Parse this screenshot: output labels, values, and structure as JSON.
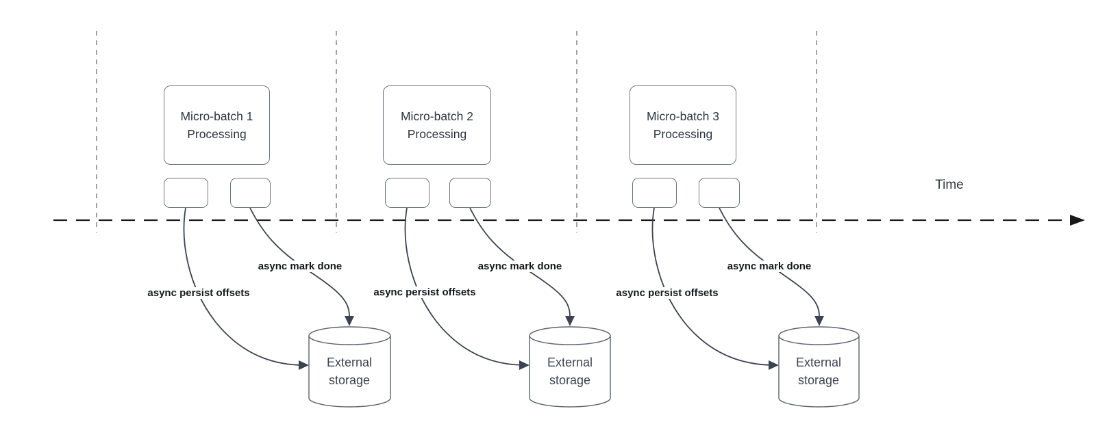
{
  "timeline": {
    "label": "Time"
  },
  "batches": [
    {
      "box": {
        "line1": "Micro-batch 1",
        "line2": "Processing"
      },
      "persist_label": "async persist offsets",
      "mark_label": "async mark done",
      "storage": {
        "line1": "External",
        "line2": "storage"
      }
    },
    {
      "box": {
        "line1": "Micro-batch 2",
        "line2": "Processing"
      },
      "persist_label": "async persist offsets",
      "mark_label": "async mark done",
      "storage": {
        "line1": "External",
        "line2": "storage"
      }
    },
    {
      "box": {
        "line1": "Micro-batch 3",
        "line2": "Processing"
      },
      "persist_label": "async persist offsets",
      "mark_label": "async mark done",
      "storage": {
        "line1": "External",
        "line2": "storage"
      }
    }
  ],
  "colors": {
    "background": "#ffffff",
    "shape_border": "#6e747d",
    "box_text": "#2f3640",
    "bold_label_text": "#15181c",
    "curve": "#3c4350",
    "timeline": "#17191c",
    "guide_dash": "#9fa1a4",
    "storage_text": "#3d4451",
    "cylinder_border": "#5d636d"
  }
}
